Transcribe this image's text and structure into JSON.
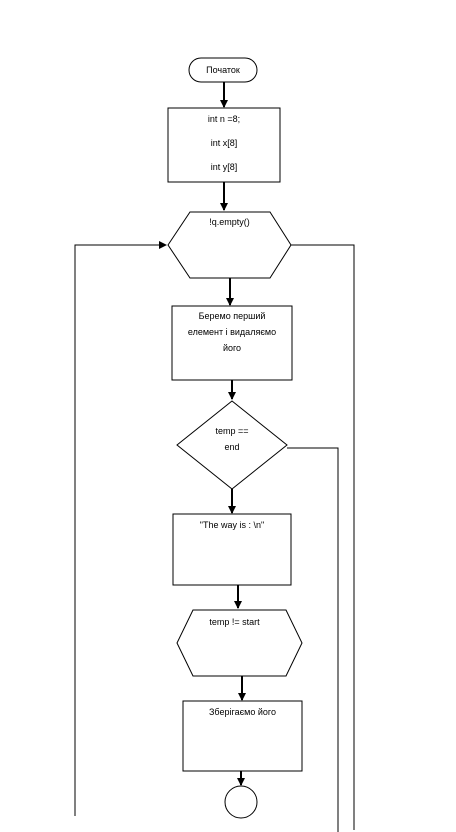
{
  "flowchart": {
    "start_label": "Початок",
    "init_block": {
      "line1": "int n =8;",
      "line2": "int x[8]",
      "line3": "int y[8]"
    },
    "loop_condition": "!q.empty()",
    "take_first": {
      "line1": "Беремо перший",
      "line2": "елемент і видаляємо",
      "line3": "його"
    },
    "check_end": {
      "line1": "temp ==",
      "line2": "end"
    },
    "print_way": "\"The way is : \\n\"",
    "path_condition": "temp != start",
    "save_step": "Зберігаємо його"
  }
}
